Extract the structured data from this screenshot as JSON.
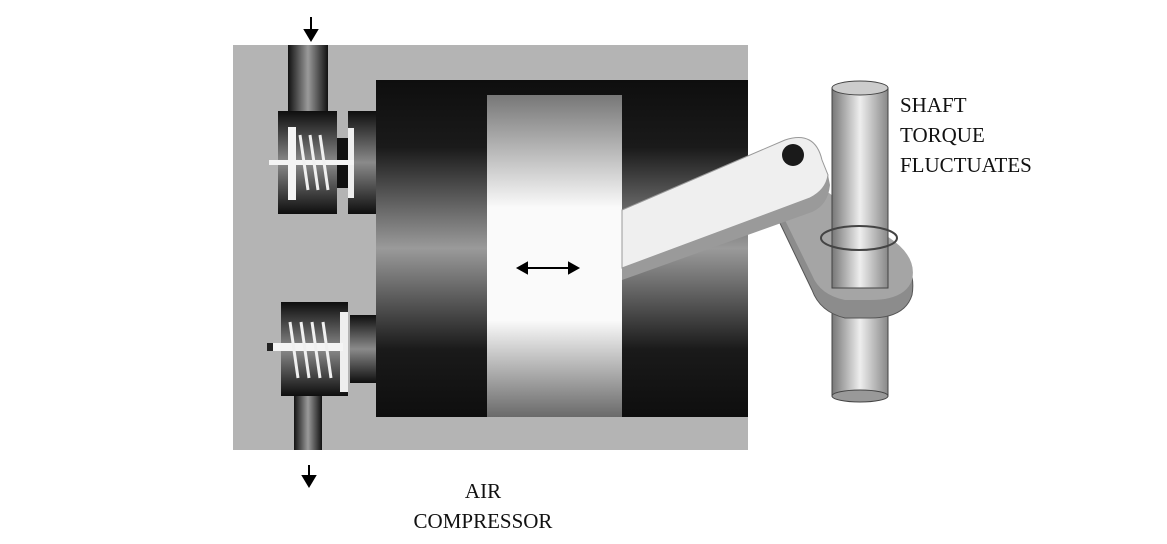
{
  "diagram": {
    "shaft_label": [
      "SHAFT",
      "TORQUE",
      "FLUCTUATES"
    ],
    "compressor_label": [
      "AIR",
      "COMPRESSOR"
    ],
    "colors": {
      "housing": "#b4b4b4",
      "dark": "#111111",
      "light": "#f4f4f4"
    },
    "icons": [
      "arrow-down-icon",
      "double-arrow-icon"
    ]
  }
}
